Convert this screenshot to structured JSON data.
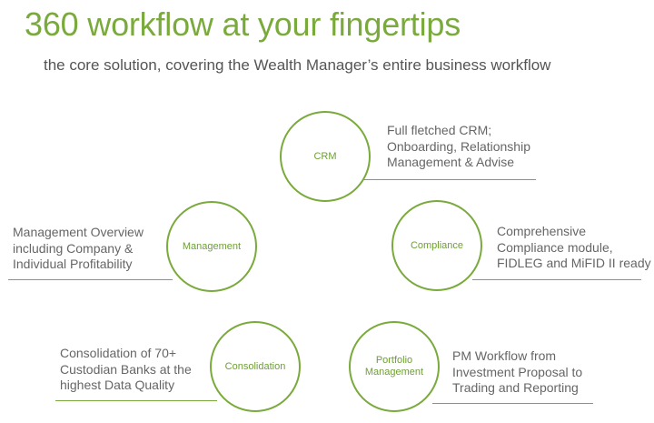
{
  "header": {
    "title": "360 workflow at your fingertips",
    "subtitle": "the core solution, covering the Wealth Manager’s entire business workflow"
  },
  "nodes": {
    "crm": {
      "label": "CRM",
      "description": [
        "Full fletched CRM;",
        "Onboarding, Relationship",
        "Management & Advise"
      ]
    },
    "management": {
      "label": "Management",
      "description": [
        "Management Overview",
        "including Company &",
        "Individual Profitability"
      ]
    },
    "compliance": {
      "label": "Compliance",
      "description": [
        "Comprehensive",
        "Compliance module,",
        "FIDLEG and MiFID II ready"
      ]
    },
    "consolidation": {
      "label": "Consolidation",
      "description": [
        "Consolidation of 70+",
        "Custodian Banks at the",
        "highest Data Quality"
      ]
    },
    "portfolio": {
      "label_lines": [
        "Portfolio",
        "Management"
      ],
      "description": [
        "PM Workflow from",
        "Investment Proposal to",
        "Trading and Reporting"
      ]
    }
  },
  "colors": {
    "accent": "#7aaa3c",
    "text": "#666666",
    "subtitle": "#555555"
  }
}
